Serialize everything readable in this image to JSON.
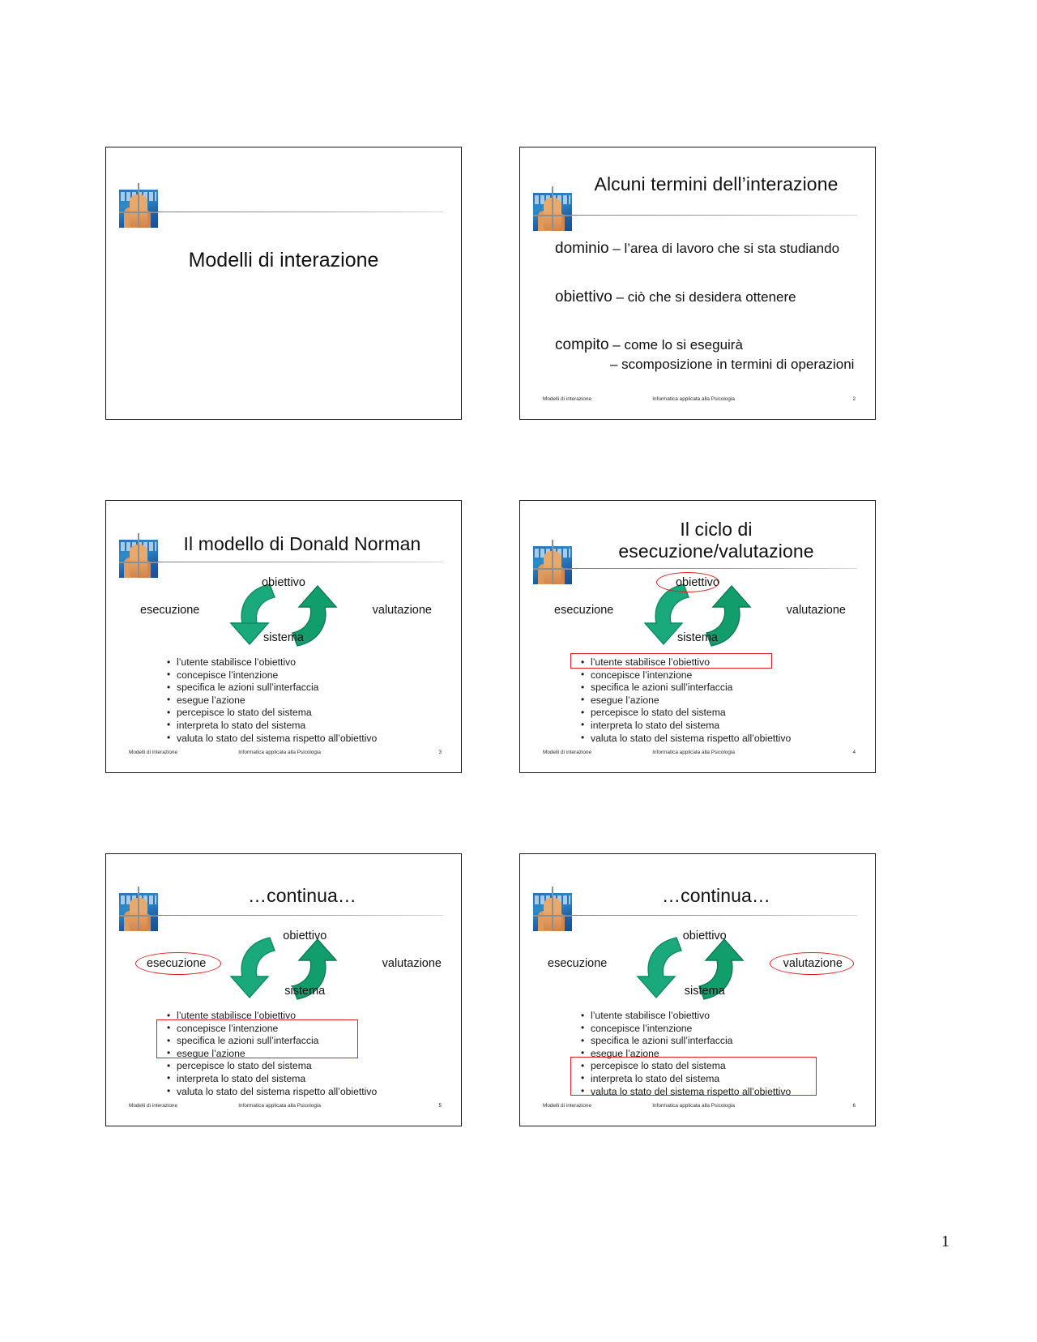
{
  "document": {
    "page_number": "1",
    "logo_icon": "hand-pointing-icon",
    "accent_highlight_color": "#e02020",
    "arrow_color": "#19a97a",
    "arrow_shadow_color": "#0e8a5f"
  },
  "footer": {
    "left": "Modelli di interazione",
    "center": "Informatica applicata alla Psicologia"
  },
  "diagram": {
    "top": "obiettivo",
    "bottom": "sistema",
    "left": "esecuzione",
    "right": "valutazione"
  },
  "action_cycle_bullets": [
    "l’utente stabilisce l’obiettivo",
    "concepisce l’intenzione",
    "specifica le azioni sull’interfaccia",
    "esegue l’azione",
    "percepisce lo stato del sistema",
    "interpreta lo stato del sistema",
    "valuta lo stato del sistema rispetto all’obiettivo"
  ],
  "slides": [
    {
      "index": 1,
      "kind": "cover",
      "title": "Modelli di interazione",
      "has_footer": false,
      "page_label": ""
    },
    {
      "index": 2,
      "kind": "terms",
      "title": "Alcuni termini dell’interazione",
      "page_label": "2",
      "terms": [
        {
          "head": "dominio",
          "dash": "–",
          "body": "l’area di lavoro che si sta studiando",
          "sub": ""
        },
        {
          "head": "obiettivo",
          "dash": "–",
          "body": "ciò che si desidera ottenere",
          "sub": ""
        },
        {
          "head": "compito",
          "dash": "–",
          "body": "come lo si eseguirà",
          "sub": "– scomposizione in termini di operazioni"
        }
      ]
    },
    {
      "index": 3,
      "kind": "cycle",
      "title": "Il modello di Donald Norman",
      "title_lines": [
        "Il modello di Donald Norman"
      ],
      "page_label": "3",
      "highlight_label": "",
      "dim_bullets": [
        5
      ],
      "box_bullets": []
    },
    {
      "index": 4,
      "kind": "cycle",
      "title": "Il ciclo di esecuzione/valutazione",
      "title_lines": [
        "Il ciclo di",
        "esecuzione/valutazione"
      ],
      "page_label": "4",
      "highlight_label": "obiettivo",
      "dim_bullets": [
        5
      ],
      "box_bullets": [
        0
      ]
    },
    {
      "index": 5,
      "kind": "cycle",
      "title": "…continua…",
      "title_lines": [
        "…continua…"
      ],
      "page_label": "5",
      "highlight_label": "esecuzione",
      "dim_bullets": [
        5
      ],
      "box_bullets": [
        1,
        2,
        3
      ]
    },
    {
      "index": 6,
      "kind": "cycle",
      "title": "…continua…",
      "title_lines": [
        "…continua…"
      ],
      "page_label": "6",
      "highlight_label": "valutazione",
      "dim_bullets": [
        5
      ],
      "box_bullets": [
        4,
        5,
        6
      ]
    }
  ]
}
